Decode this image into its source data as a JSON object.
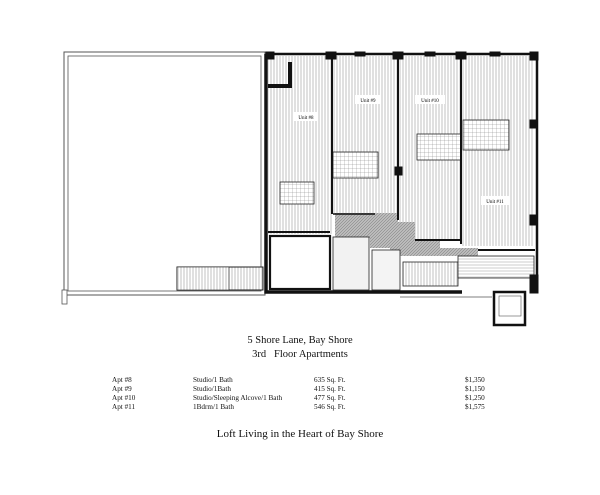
{
  "floor_plan": {
    "unit_labels": [
      "Unit #8",
      "Unit #9",
      "Unit #10",
      "Unit #11"
    ]
  },
  "header": {
    "address": "5 Shore Lane, Bay Shore",
    "subtitle": "3rd   Floor Apartments"
  },
  "apartments": [
    {
      "apt": "Apt #8",
      "type": "Studio/1 Bath",
      "size": "635 Sq. Ft.",
      "rent": "$1,350"
    },
    {
      "apt": "Apt #9",
      "type": "Studio/1Bath",
      "size": "415 Sq. Ft.",
      "rent": "$1,150"
    },
    {
      "apt": "Apt #10",
      "type": "Studio/Sleeping Alcove/1 Bath",
      "size": "477 Sq. Ft.",
      "rent": "$1,250"
    },
    {
      "apt": "Apt #11",
      "type": "1Bdrm/1 Bath",
      "size": "546 Sq. Ft.",
      "rent": "$1,575"
    }
  ],
  "tagline": "Loft Living in the Heart of Bay Shore"
}
